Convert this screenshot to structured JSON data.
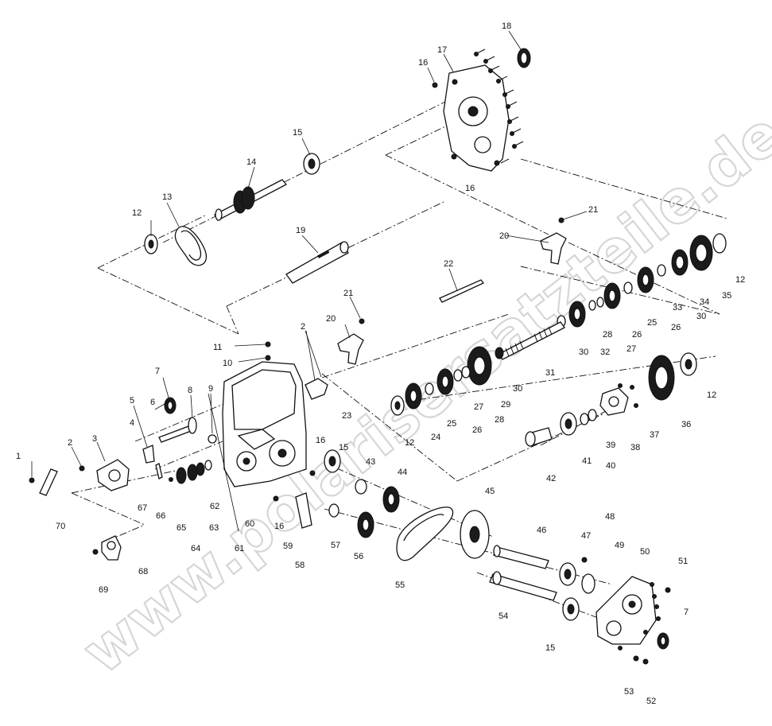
{
  "diagram": {
    "watermark": "www.polarisersatzteile.de",
    "callouts": [
      {
        "id": "c1",
        "text": "1"
      },
      {
        "id": "c2a",
        "text": "2"
      },
      {
        "id": "c2b",
        "text": "2"
      },
      {
        "id": "c3",
        "text": "3"
      },
      {
        "id": "c4",
        "text": "4"
      },
      {
        "id": "c5",
        "text": "5"
      },
      {
        "id": "c6",
        "text": "6"
      },
      {
        "id": "c7a",
        "text": "7"
      },
      {
        "id": "c7b",
        "text": "7"
      },
      {
        "id": "c8",
        "text": "8"
      },
      {
        "id": "c9",
        "text": "9"
      },
      {
        "id": "c10",
        "text": "10"
      },
      {
        "id": "c11",
        "text": "11"
      },
      {
        "id": "c12a",
        "text": "12"
      },
      {
        "id": "c12b",
        "text": "12"
      },
      {
        "id": "c12c",
        "text": "12"
      },
      {
        "id": "c12d",
        "text": "12"
      },
      {
        "id": "c13",
        "text": "13"
      },
      {
        "id": "c14",
        "text": "14"
      },
      {
        "id": "c15a",
        "text": "15"
      },
      {
        "id": "c15b",
        "text": "15"
      },
      {
        "id": "c15c",
        "text": "15"
      },
      {
        "id": "c16a",
        "text": "16"
      },
      {
        "id": "c16b",
        "text": "16"
      },
      {
        "id": "c16c",
        "text": "16"
      },
      {
        "id": "c16d",
        "text": "16"
      },
      {
        "id": "c17",
        "text": "17"
      },
      {
        "id": "c18",
        "text": "18"
      },
      {
        "id": "c19",
        "text": "19"
      },
      {
        "id": "c20a",
        "text": "20"
      },
      {
        "id": "c20b",
        "text": "20"
      },
      {
        "id": "c21a",
        "text": "21"
      },
      {
        "id": "c21b",
        "text": "21"
      },
      {
        "id": "c22",
        "text": "22"
      },
      {
        "id": "c23",
        "text": "23"
      },
      {
        "id": "c24",
        "text": "24"
      },
      {
        "id": "c25a",
        "text": "25"
      },
      {
        "id": "c25b",
        "text": "25"
      },
      {
        "id": "c26a",
        "text": "26"
      },
      {
        "id": "c26b",
        "text": "26"
      },
      {
        "id": "c26c",
        "text": "26"
      },
      {
        "id": "c27a",
        "text": "27"
      },
      {
        "id": "c27b",
        "text": "27"
      },
      {
        "id": "c28a",
        "text": "28"
      },
      {
        "id": "c28b",
        "text": "28"
      },
      {
        "id": "c29",
        "text": "29"
      },
      {
        "id": "c30a",
        "text": "30"
      },
      {
        "id": "c30b",
        "text": "30"
      },
      {
        "id": "c30c",
        "text": "30"
      },
      {
        "id": "c31",
        "text": "31"
      },
      {
        "id": "c32",
        "text": "32"
      },
      {
        "id": "c33",
        "text": "33"
      },
      {
        "id": "c34",
        "text": "34"
      },
      {
        "id": "c35",
        "text": "35"
      },
      {
        "id": "c36",
        "text": "36"
      },
      {
        "id": "c37",
        "text": "37"
      },
      {
        "id": "c38",
        "text": "38"
      },
      {
        "id": "c39",
        "text": "39"
      },
      {
        "id": "c40",
        "text": "40"
      },
      {
        "id": "c41",
        "text": "41"
      },
      {
        "id": "c42",
        "text": "42"
      },
      {
        "id": "c43",
        "text": "43"
      },
      {
        "id": "c44",
        "text": "44"
      },
      {
        "id": "c45",
        "text": "45"
      },
      {
        "id": "c46",
        "text": "46"
      },
      {
        "id": "c47",
        "text": "47"
      },
      {
        "id": "c48",
        "text": "48"
      },
      {
        "id": "c49",
        "text": "49"
      },
      {
        "id": "c50",
        "text": "50"
      },
      {
        "id": "c51",
        "text": "51"
      },
      {
        "id": "c52",
        "text": "52"
      },
      {
        "id": "c53",
        "text": "53"
      },
      {
        "id": "c54",
        "text": "54"
      },
      {
        "id": "c55",
        "text": "55"
      },
      {
        "id": "c56",
        "text": "56"
      },
      {
        "id": "c57",
        "text": "57"
      },
      {
        "id": "c58",
        "text": "58"
      },
      {
        "id": "c59",
        "text": "59"
      },
      {
        "id": "c60",
        "text": "60"
      },
      {
        "id": "c61",
        "text": "61"
      },
      {
        "id": "c62",
        "text": "62"
      },
      {
        "id": "c63",
        "text": "63"
      },
      {
        "id": "c64",
        "text": "64"
      },
      {
        "id": "c65",
        "text": "65"
      },
      {
        "id": "c66",
        "text": "66"
      },
      {
        "id": "c67",
        "text": "67"
      },
      {
        "id": "c68",
        "text": "68"
      },
      {
        "id": "c69",
        "text": "69"
      },
      {
        "id": "c70",
        "text": "70"
      }
    ]
  }
}
